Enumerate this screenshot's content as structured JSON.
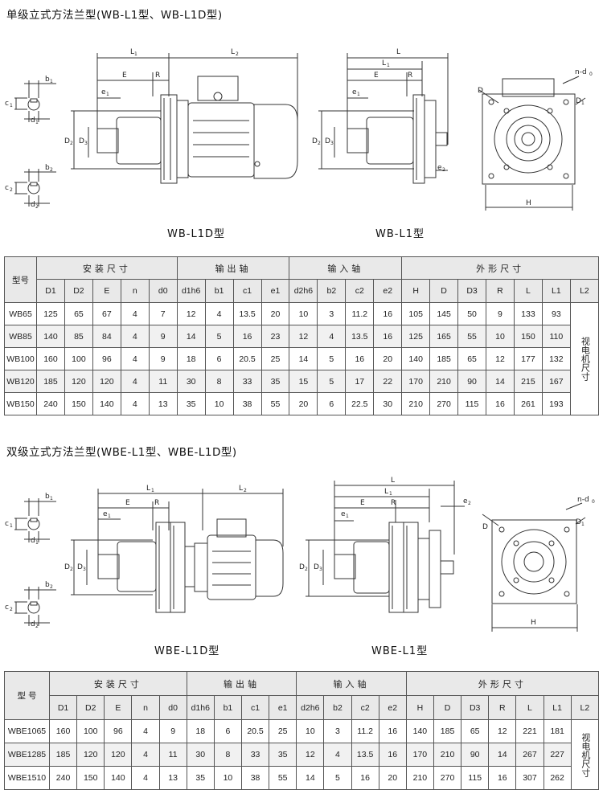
{
  "section1": {
    "title": "单级立式方法兰型(WB-L1型、WB-L1D型)",
    "caption_left": "WB-L1D型",
    "caption_right": "WB-L1型"
  },
  "section2": {
    "title": "双级立式方法兰型(WBE-L1型、WBE-L1D型)",
    "caption_left": "WBE-L1D型",
    "caption_right": "WBE-L1型"
  },
  "drawing_labels": {
    "L": "L",
    "L1": "L1",
    "L2": "L2",
    "E": "E",
    "R": "R",
    "e1": "e1",
    "e2": "e2",
    "D": "D",
    "D1": "D1",
    "D2": "D2",
    "D3": "D3",
    "H": "H",
    "n_d0": "n-d0",
    "b1": "b1",
    "b2": "b2",
    "c1": "c1",
    "c2": "c2",
    "d1": "d1",
    "d2": "d2"
  },
  "table1": {
    "model_header": "型号",
    "groups": {
      "install": "安装尺寸",
      "output": "输出轴",
      "input": "输入轴",
      "outline": "外形尺寸"
    },
    "columns": [
      "D1",
      "D2",
      "E",
      "n",
      "d0",
      "d1h6",
      "b1",
      "c1",
      "e1",
      "d2h6",
      "b2",
      "c2",
      "e2",
      "H",
      "D",
      "D3",
      "R",
      "L",
      "L1",
      "L2"
    ],
    "rows": [
      [
        "WB65",
        "125",
        "65",
        "67",
        "4",
        "7",
        "12",
        "4",
        "13.5",
        "20",
        "10",
        "3",
        "11.2",
        "16",
        "105",
        "145",
        "50",
        "9",
        "133",
        "93"
      ],
      [
        "WB85",
        "140",
        "85",
        "84",
        "4",
        "9",
        "14",
        "5",
        "16",
        "23",
        "12",
        "4",
        "13.5",
        "16",
        "125",
        "165",
        "55",
        "10",
        "150",
        "110"
      ],
      [
        "WB100",
        "160",
        "100",
        "96",
        "4",
        "9",
        "18",
        "6",
        "20.5",
        "25",
        "14",
        "5",
        "16",
        "20",
        "140",
        "185",
        "65",
        "12",
        "177",
        "132"
      ],
      [
        "WB120",
        "185",
        "120",
        "120",
        "4",
        "11",
        "30",
        "8",
        "33",
        "35",
        "15",
        "5",
        "17",
        "22",
        "170",
        "210",
        "90",
        "14",
        "215",
        "167"
      ],
      [
        "WB150",
        "240",
        "150",
        "140",
        "4",
        "13",
        "35",
        "10",
        "38",
        "55",
        "20",
        "6",
        "22.5",
        "30",
        "210",
        "270",
        "115",
        "16",
        "261",
        "193"
      ]
    ],
    "l2_note": "视电机尺寸"
  },
  "table2": {
    "model_header": "型 号",
    "groups": {
      "install": "安装尺寸",
      "output": "输出轴",
      "input": "输入轴",
      "outline": "外形尺寸"
    },
    "columns": [
      "D1",
      "D2",
      "E",
      "n",
      "d0",
      "d1h6",
      "b1",
      "c1",
      "e1",
      "d2h6",
      "b2",
      "c2",
      "e2",
      "H",
      "D",
      "D3",
      "R",
      "L",
      "L1",
      "L2"
    ],
    "rows": [
      [
        "WBE1065",
        "160",
        "100",
        "96",
        "4",
        "9",
        "18",
        "6",
        "20.5",
        "25",
        "10",
        "3",
        "11.2",
        "16",
        "140",
        "185",
        "65",
        "12",
        "221",
        "181"
      ],
      [
        "WBE1285",
        "185",
        "120",
        "120",
        "4",
        "11",
        "30",
        "8",
        "33",
        "35",
        "12",
        "4",
        "13.5",
        "16",
        "170",
        "210",
        "90",
        "14",
        "267",
        "227"
      ],
      [
        "WBE1510",
        "240",
        "150",
        "140",
        "4",
        "13",
        "35",
        "10",
        "38",
        "55",
        "14",
        "5",
        "16",
        "20",
        "210",
        "270",
        "115",
        "16",
        "307",
        "262"
      ]
    ],
    "l2_note": "视电机尺寸"
  },
  "colors": {
    "line": "#333333",
    "header_bg": "#e9e9e9"
  }
}
